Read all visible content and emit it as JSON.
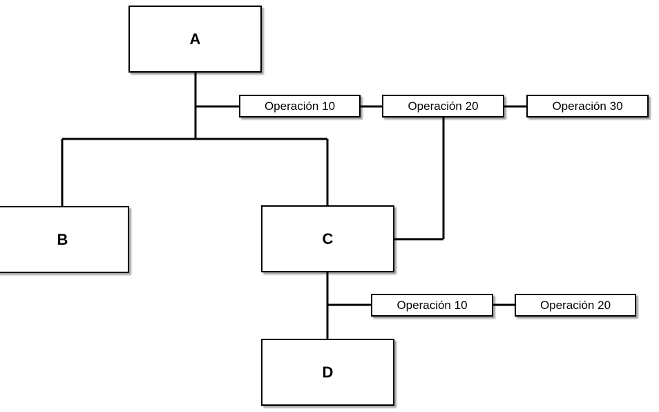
{
  "nodes": {
    "a": "A",
    "b": "B",
    "c": "C",
    "d": "D"
  },
  "operations_a": [
    "Operación 10",
    "Operación 20",
    "Operación 30"
  ],
  "operations_c": [
    "Operación 10",
    "Operación 20"
  ]
}
